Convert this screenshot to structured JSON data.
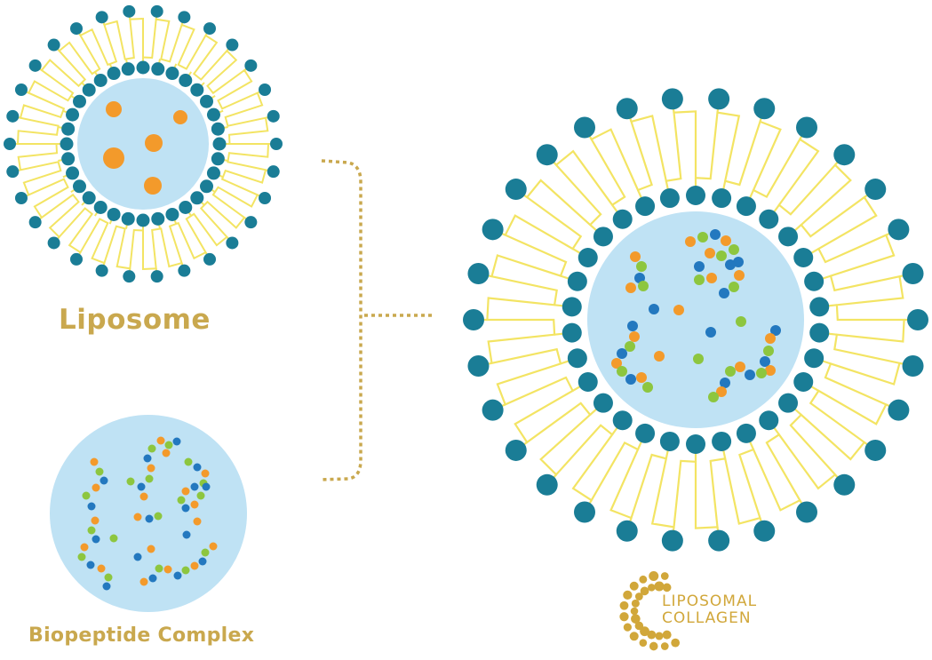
{
  "labels": {
    "liposome": "Liposome",
    "biopeptide": "Biopeptide Complex"
  },
  "brand": {
    "line1": "LIPOSOMAL",
    "line2": "COLLAGEN"
  },
  "colors": {
    "head": "#1a7d96",
    "tail": "#f3e463",
    "core": "#bfe2f4",
    "orange": "#f39a2b",
    "green": "#8dc63f",
    "blue": "#2378bf",
    "caption": "#c9a84e",
    "bracket": "#c9a84e",
    "brand": "#d1a73a"
  }
}
